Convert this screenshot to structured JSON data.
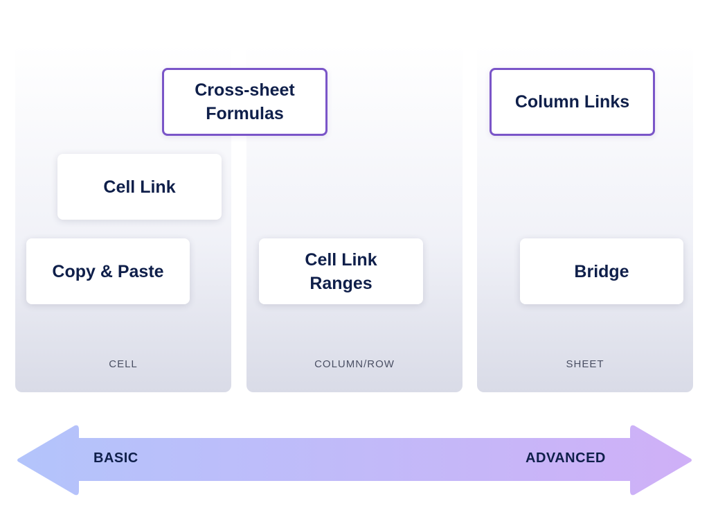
{
  "columns": [
    {
      "id": "cell",
      "label": "CELL"
    },
    {
      "id": "colrow",
      "label": "COLUMN/ROW"
    },
    {
      "id": "sheet",
      "label": "SHEET"
    }
  ],
  "cards": {
    "cross_sheet_formulas": {
      "line1": "Cross-sheet",
      "line2": "Formulas"
    },
    "cell_link": "Cell Link",
    "copy_paste": "Copy & Paste",
    "cell_link_ranges": {
      "line1": "Cell Link",
      "line2": "Ranges"
    },
    "column_links": "Column Links",
    "bridge": "Bridge"
  },
  "arrow": {
    "left_label": "BASIC",
    "right_label": "ADVANCED",
    "color_start": "#b3c4fb",
    "color_end": "#cfb0f7"
  },
  "colors": {
    "card_text": "#0f1f4a",
    "outline": "#7a55c8",
    "column_label": "#4a4f63"
  }
}
